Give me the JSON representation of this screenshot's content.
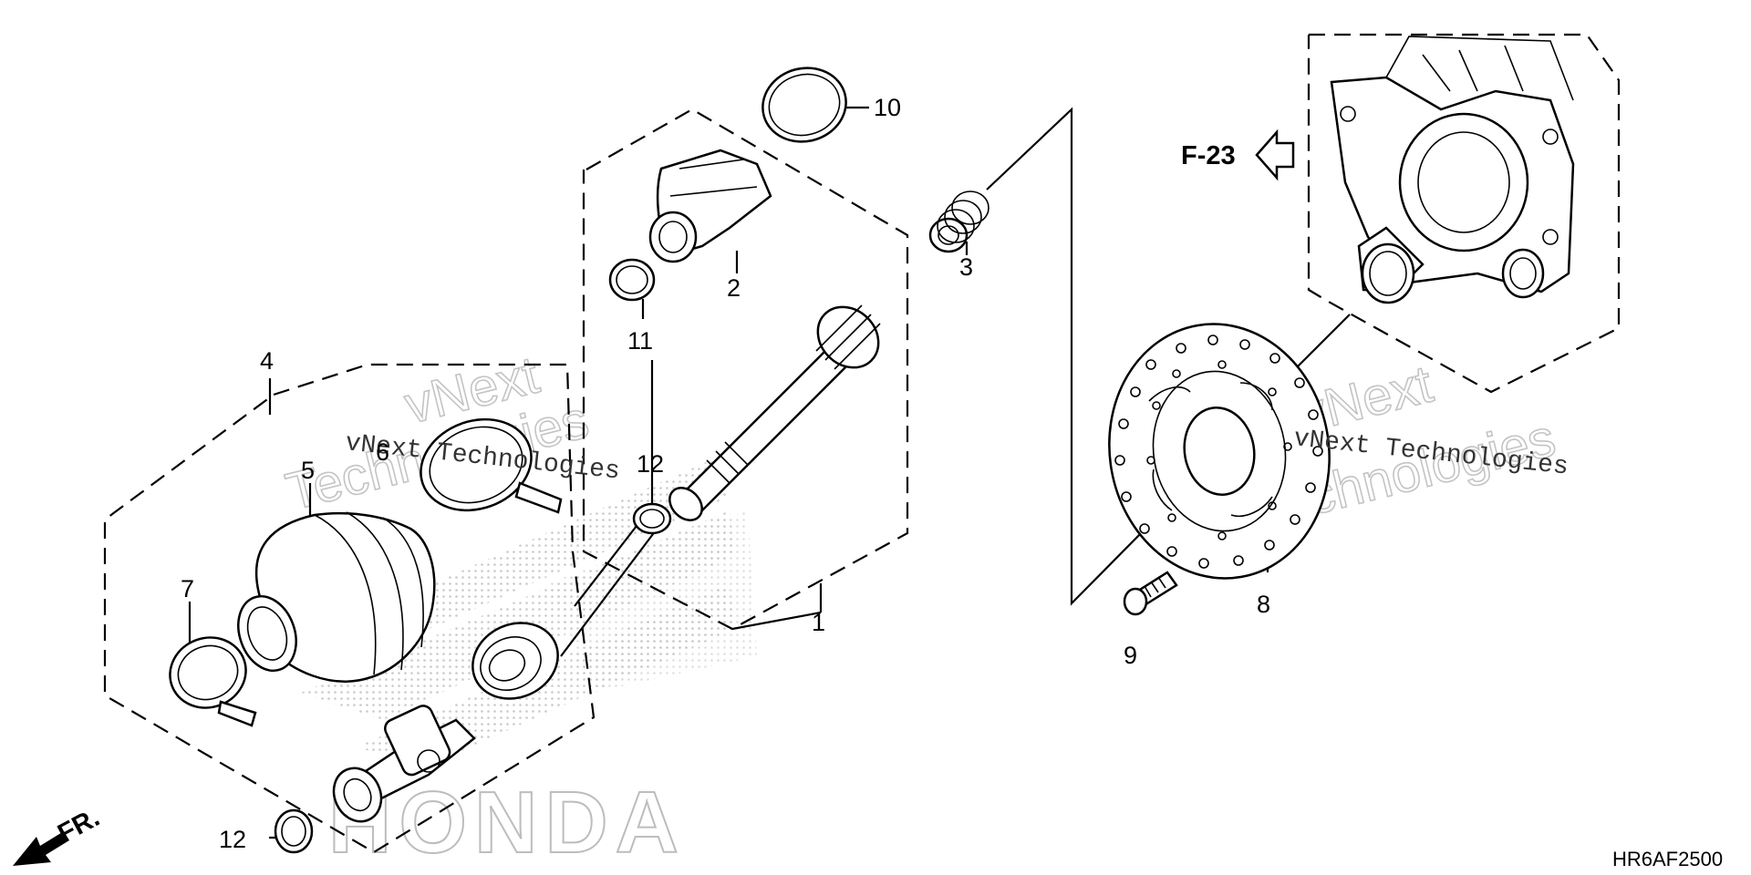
{
  "callouts": {
    "c1": "1",
    "c2": "2",
    "c3": "3",
    "c4": "4",
    "c5": "5",
    "c6": "6",
    "c7": "7",
    "c8": "8",
    "c9": "9",
    "c10": "10",
    "c11": "11",
    "c12a": "12",
    "c12b": "12"
  },
  "reference": {
    "label": "F-23"
  },
  "direction": {
    "label": "FR."
  },
  "diagram_code": "HR6AF2500",
  "watermark": {
    "line1": "vNext",
    "line2": "Technologies",
    "mono": "vNext Technologies",
    "brand": "HONDA"
  }
}
